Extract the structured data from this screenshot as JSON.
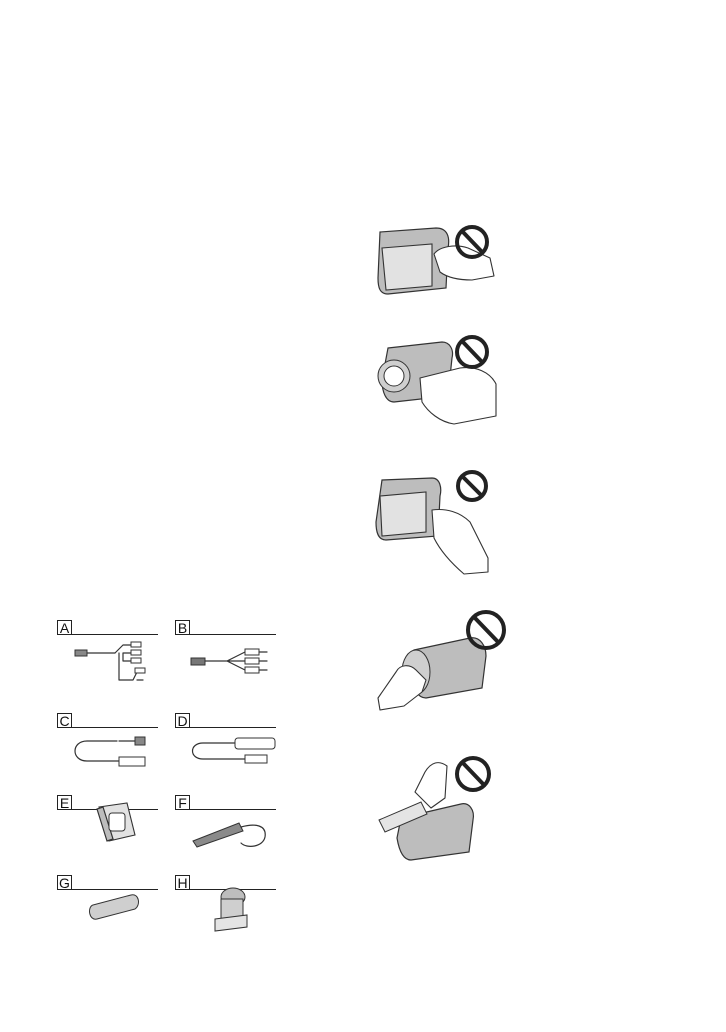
{
  "accessories": [
    {
      "letter": "A",
      "icon": "av-connecting-cable"
    },
    {
      "letter": "B",
      "icon": "component-av-cable"
    },
    {
      "letter": "C",
      "icon": "usb-cable"
    },
    {
      "letter": "D",
      "icon": "usb-adaptor-cable"
    },
    {
      "letter": "E",
      "icon": "large-eyecup"
    },
    {
      "letter": "F",
      "icon": "shotgun-microphone"
    },
    {
      "letter": "G",
      "icon": "windscreen"
    },
    {
      "letter": "H",
      "icon": "microphone-holder"
    }
  ],
  "warnings": [
    {
      "icon": "camcorder-hold-by-lcd-prohibited"
    },
    {
      "icon": "camcorder-hold-by-viewfinder-prohibited"
    },
    {
      "icon": "camcorder-hold-by-battery-prohibited"
    },
    {
      "icon": "camcorder-hold-by-lens-hood-prohibited"
    },
    {
      "icon": "camcorder-hold-by-microphone-prohibited"
    }
  ],
  "colors": {
    "line": "#333333",
    "body_fill": "#bdbdbd",
    "sign": "#222222"
  }
}
